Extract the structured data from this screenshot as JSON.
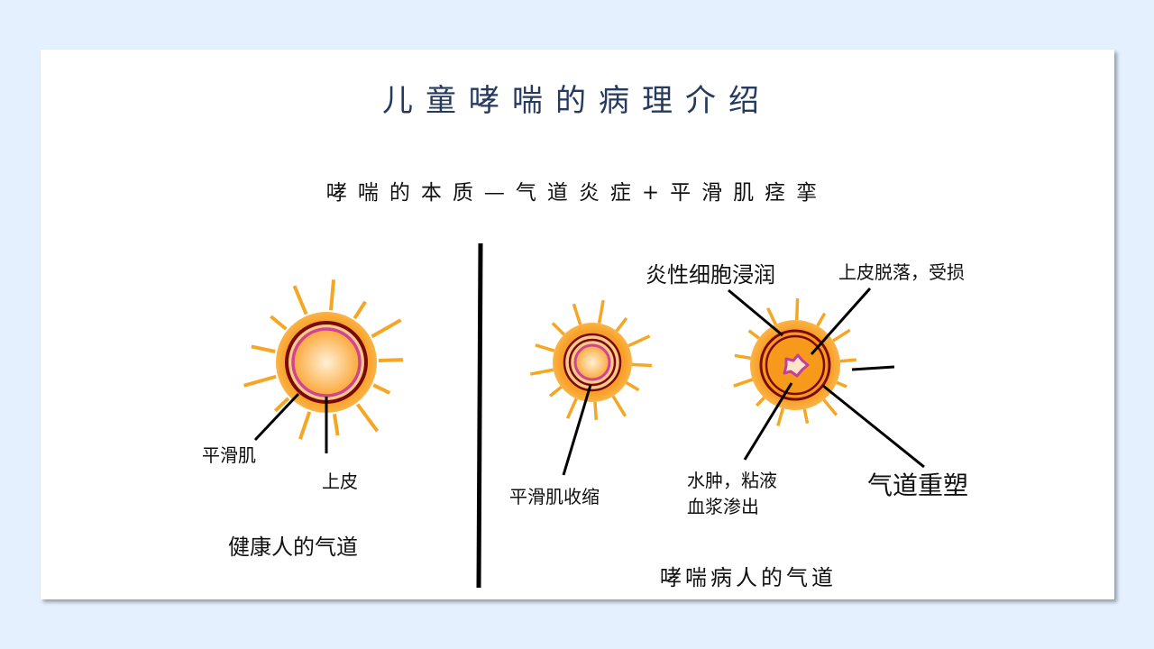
{
  "title": "儿童哮喘的病理介绍",
  "subtitle": "哮喘的本质—气道炎症+平滑肌痉挛",
  "healthy": {
    "caption": "健康人的气道",
    "labels": {
      "smooth_muscle": "平滑肌",
      "epithelium": "上皮"
    }
  },
  "asthma": {
    "caption": "哮喘病人的气道",
    "labels": {
      "smooth_muscle_contraction": "平滑肌收缩",
      "inflammatory_infiltration": "炎性细胞浸润",
      "epithelial_shedding": "上皮脱落，受损",
      "edema_mucus": "水肿，粘液",
      "plasma_exudation": "血浆渗出",
      "airway_remodeling": "气道重塑"
    }
  },
  "colors": {
    "ray": "#f5a623",
    "outer": "#f79a1c",
    "dark_ring": "#7a0a0a",
    "pink_ring": "#d0458f",
    "title": "#253a5e"
  }
}
